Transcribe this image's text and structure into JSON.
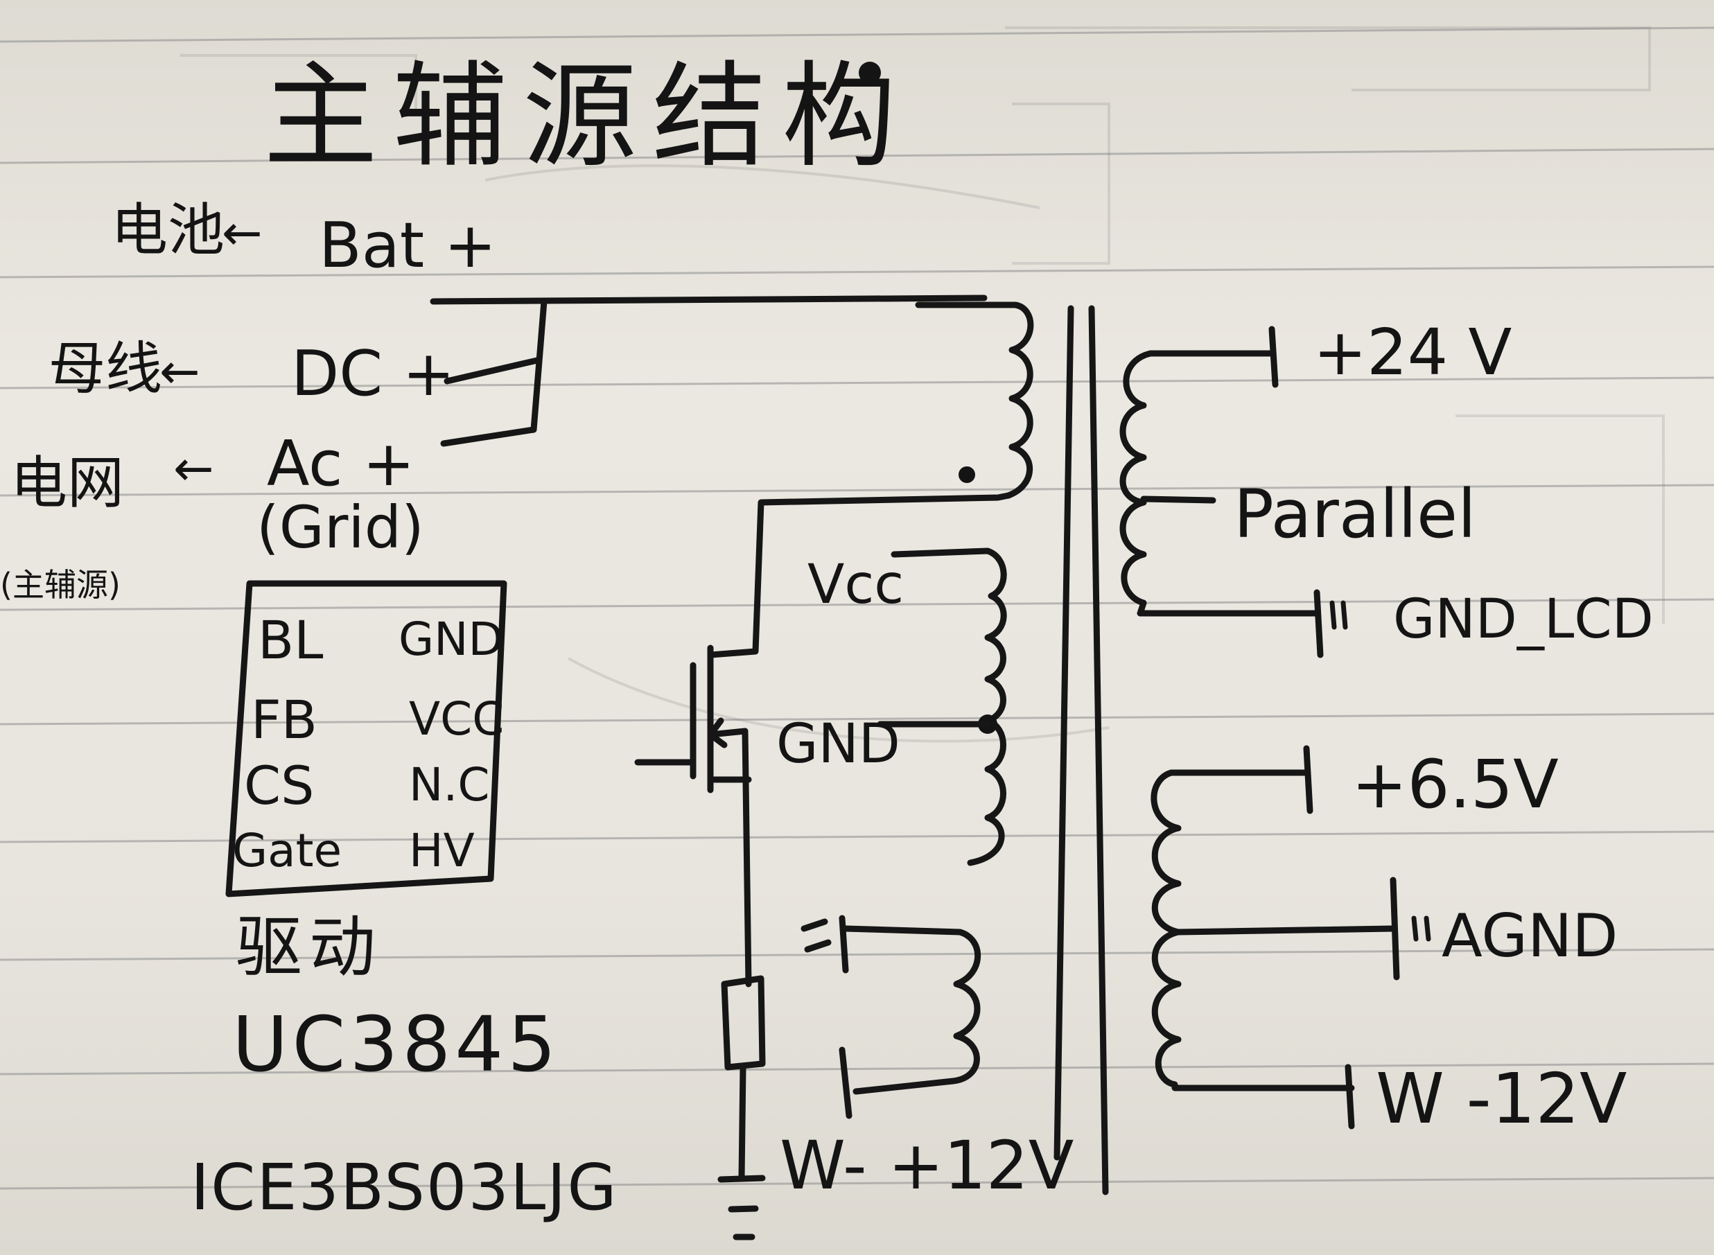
{
  "title": "主辅源结构",
  "inputs": [
    {
      "source": "电池",
      "arrow": "←",
      "label": "Bat +"
    },
    {
      "source": "母线",
      "arrow": "←",
      "label": "DC +"
    },
    {
      "source": "电网",
      "arrow": "←",
      "label": "Ac +"
    }
  ],
  "grid_label": "(Grid)",
  "grid_note": "(主辅源)",
  "controller": {
    "left_pins": [
      "BL",
      "FB",
      "CS",
      "Gate"
    ],
    "right_pins": [
      "GND",
      "VCC",
      "N.C",
      "HV"
    ]
  },
  "driver_label": "驱动",
  "chip_names": [
    "UC3845",
    "ICE3BS03LJG"
  ],
  "primary": {
    "vcc_label": "Vcc",
    "gnd_label": "GND",
    "w_label": "W- +12V"
  },
  "secondary": {
    "outputs": [
      "+24 V",
      "Parallel",
      "GND_LCD",
      "+6.5V",
      "AGND",
      "W -12V"
    ]
  }
}
